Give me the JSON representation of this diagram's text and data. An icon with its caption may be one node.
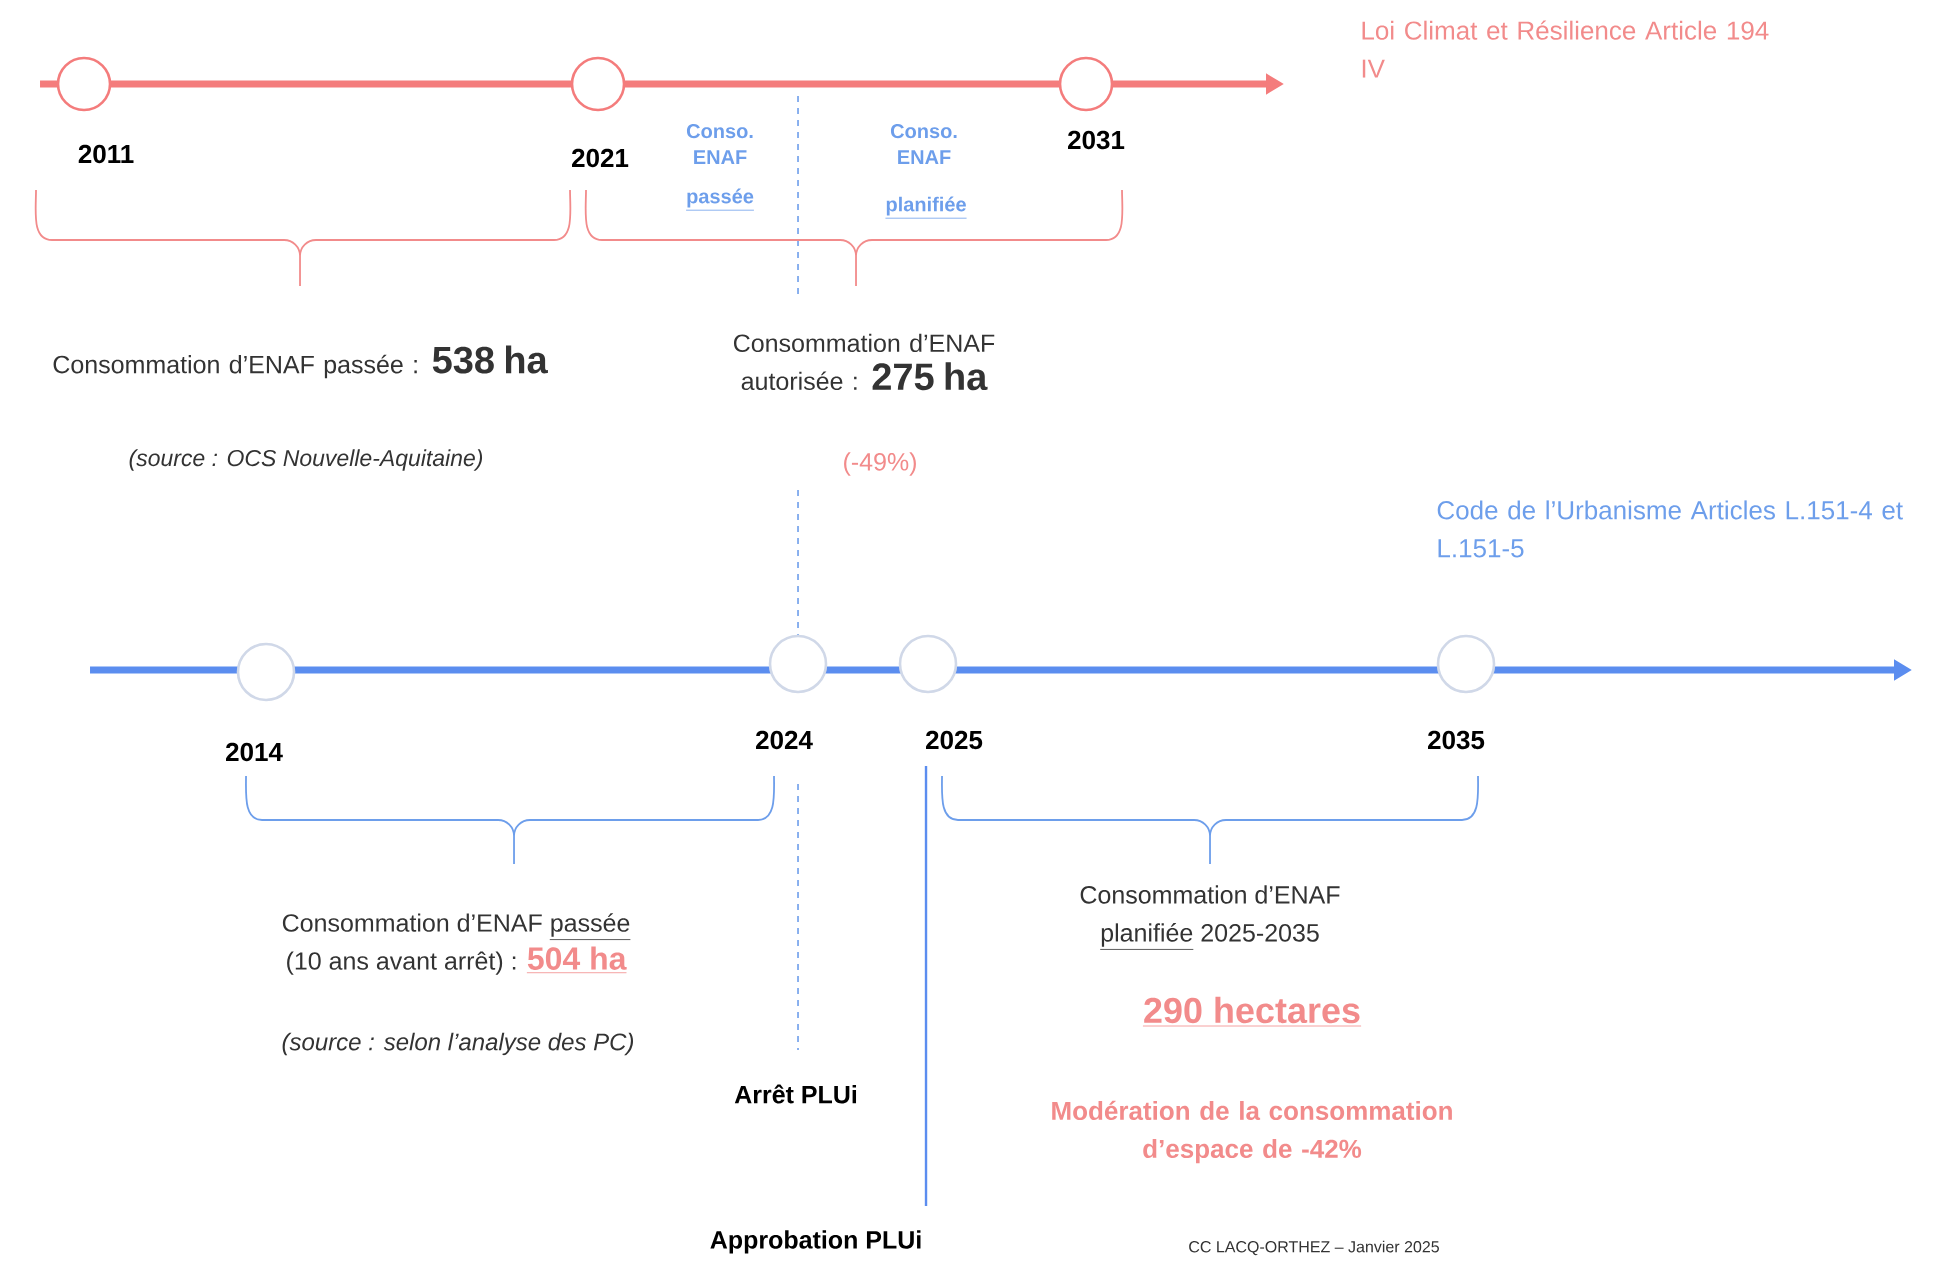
{
  "diagram": {
    "nodes": [
      {
        "text": [],
        "shape": "circle",
        "beside": [
          "2011"
        ]
      },
      {
        "text": [],
        "shape": "circle",
        "beside": [
          "2021"
        ]
      },
      {
        "text": [],
        "shape": "circle",
        "beside": [
          "2031"
        ]
      },
      {
        "text": [],
        "shape": "circle",
        "beside": [
          "2014"
        ]
      },
      {
        "text": [],
        "shape": "circle",
        "beside": [
          "2024"
        ]
      },
      {
        "text": [],
        "shape": "circle",
        "beside": [
          "2025"
        ]
      },
      {
        "text": [],
        "shape": "circle",
        "beside": [
          "2035"
        ]
      }
    ],
    "labels": [
      "Loi Climat et Résilience Article 194 IV",
      "Conso. ENAF",
      "passée",
      "Conso. ENAF",
      "planifiée",
      "Consommation d’ENAF passée :",
      "538 ha",
      "(source : OCS Nouvelle-Aquitaine)",
      "Consommation d’ENAF autorisée :",
      "275 ha",
      "(-49%)",
      "Code de l’Urbanisme Articles L.151-4 et L.151-5",
      "Consommation d’ENAF",
      "passée",
      "(10 ans avant arrêt) :",
      "504 ha",
      "(source : selon l’analyse des PC)",
      "Arrêt PLUi",
      "Consommation d’ENAF",
      "planifiée",
      "2025-2035",
      "290 hectares",
      "Modération de la consommation d’espace de -42%",
      "Approbation PLUi",
      "CC LACQ-ORTHEZ – Janvier 2025"
    ]
  }
}
